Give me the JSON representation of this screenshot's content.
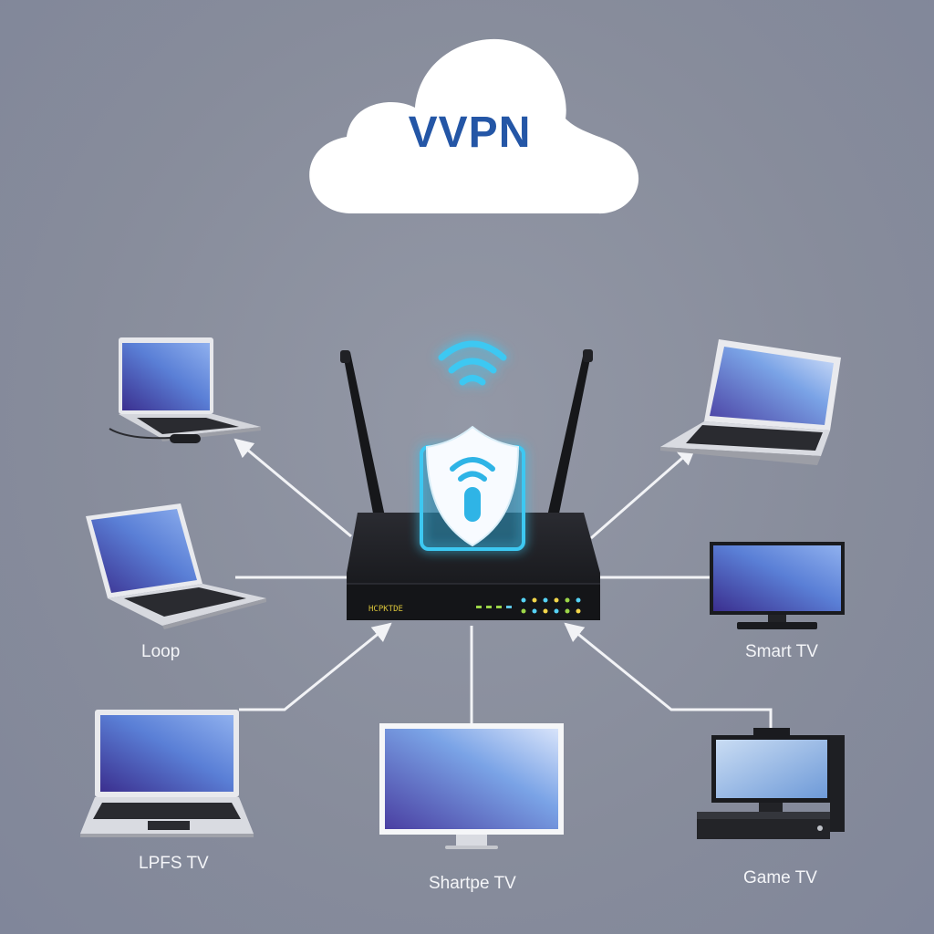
{
  "cloud": {
    "label": "VVPN"
  },
  "router": {
    "front_text": "HCPKTDE"
  },
  "devices": {
    "left_middle_label": "Loop",
    "right_middle_label": "Smart TV",
    "bottom_left_label": "LPFS TV",
    "bottom_center_label": "Shartpe TV",
    "bottom_right_label": "Game TV"
  },
  "colors": {
    "background": "#8a8f9e",
    "cloud_text": "#2456a6",
    "wifi_glow": "#3ec8f2",
    "router_body": "#1b1c20",
    "connector": "#f2f3f6"
  },
  "icons": [
    "cloud-icon",
    "wifi-icon",
    "shield-icon",
    "router-icon",
    "laptop-icon",
    "monitor-icon",
    "desktop-icon"
  ]
}
